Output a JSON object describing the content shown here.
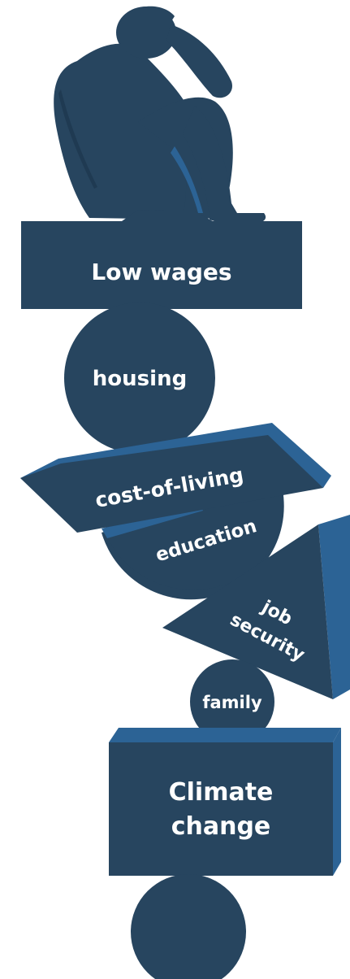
{
  "colors": {
    "dark": "#27455f",
    "accent": "#2c6395",
    "text": "#ffffff"
  },
  "icons": {
    "figure": "stressed-person-icon"
  },
  "blocks": {
    "low_wages": "Low wages",
    "housing": "housing",
    "cost_of_living": "cost-of-living",
    "education": "education",
    "job_security_line1": "job",
    "job_security_line2": "security",
    "family": "family",
    "climate_line1": "Climate",
    "climate_line2": "change"
  }
}
